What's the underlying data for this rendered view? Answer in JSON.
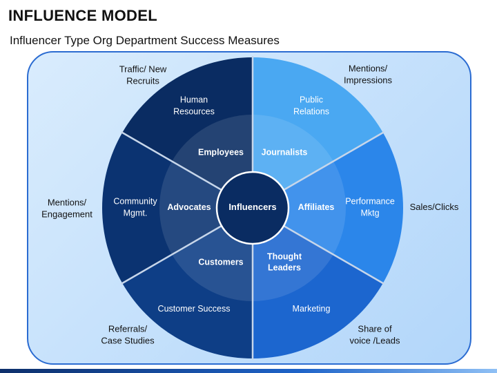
{
  "title": "INFLUENCE MODEL",
  "subtitle": "Influencer Type Org Department Success Measures",
  "center": "Influencers",
  "segments": [
    {
      "influencer": "Employees",
      "department": [
        "Human",
        "Resources"
      ],
      "measure": [
        "Traffic/ New",
        "Recruits"
      ],
      "color": "#0a2c62"
    },
    {
      "influencer": "Journalists",
      "department": [
        "Public",
        "Relations"
      ],
      "measure": [
        "Mentions/",
        "Impressions"
      ],
      "color": "#4aa8f2"
    },
    {
      "influencer": "Affiliates",
      "department": [
        "Performance",
        "Mktg"
      ],
      "measure": [
        "Sales/Clicks"
      ],
      "color": "#2b86ea"
    },
    {
      "influencer": [
        "Thought",
        "Leaders"
      ],
      "department": [
        "Marketing"
      ],
      "measure": [
        "Share of",
        "voice /Leads"
      ],
      "color": "#1c66cf"
    },
    {
      "influencer": "Customers",
      "department": [
        "Customer Success"
      ],
      "measure": [
        "Referrals/",
        "Case Studies"
      ],
      "color": "#0e3e86"
    },
    {
      "influencer": "Advocates",
      "department": [
        "Community",
        "Mgmt."
      ],
      "measure": [
        "Mentions/",
        "Engagement"
      ],
      "color": "#0b3371"
    }
  ],
  "colors": {
    "panel_border": "#2a6bd1",
    "center_fill": "#0a2c62",
    "divider": "#c7d6ea"
  }
}
